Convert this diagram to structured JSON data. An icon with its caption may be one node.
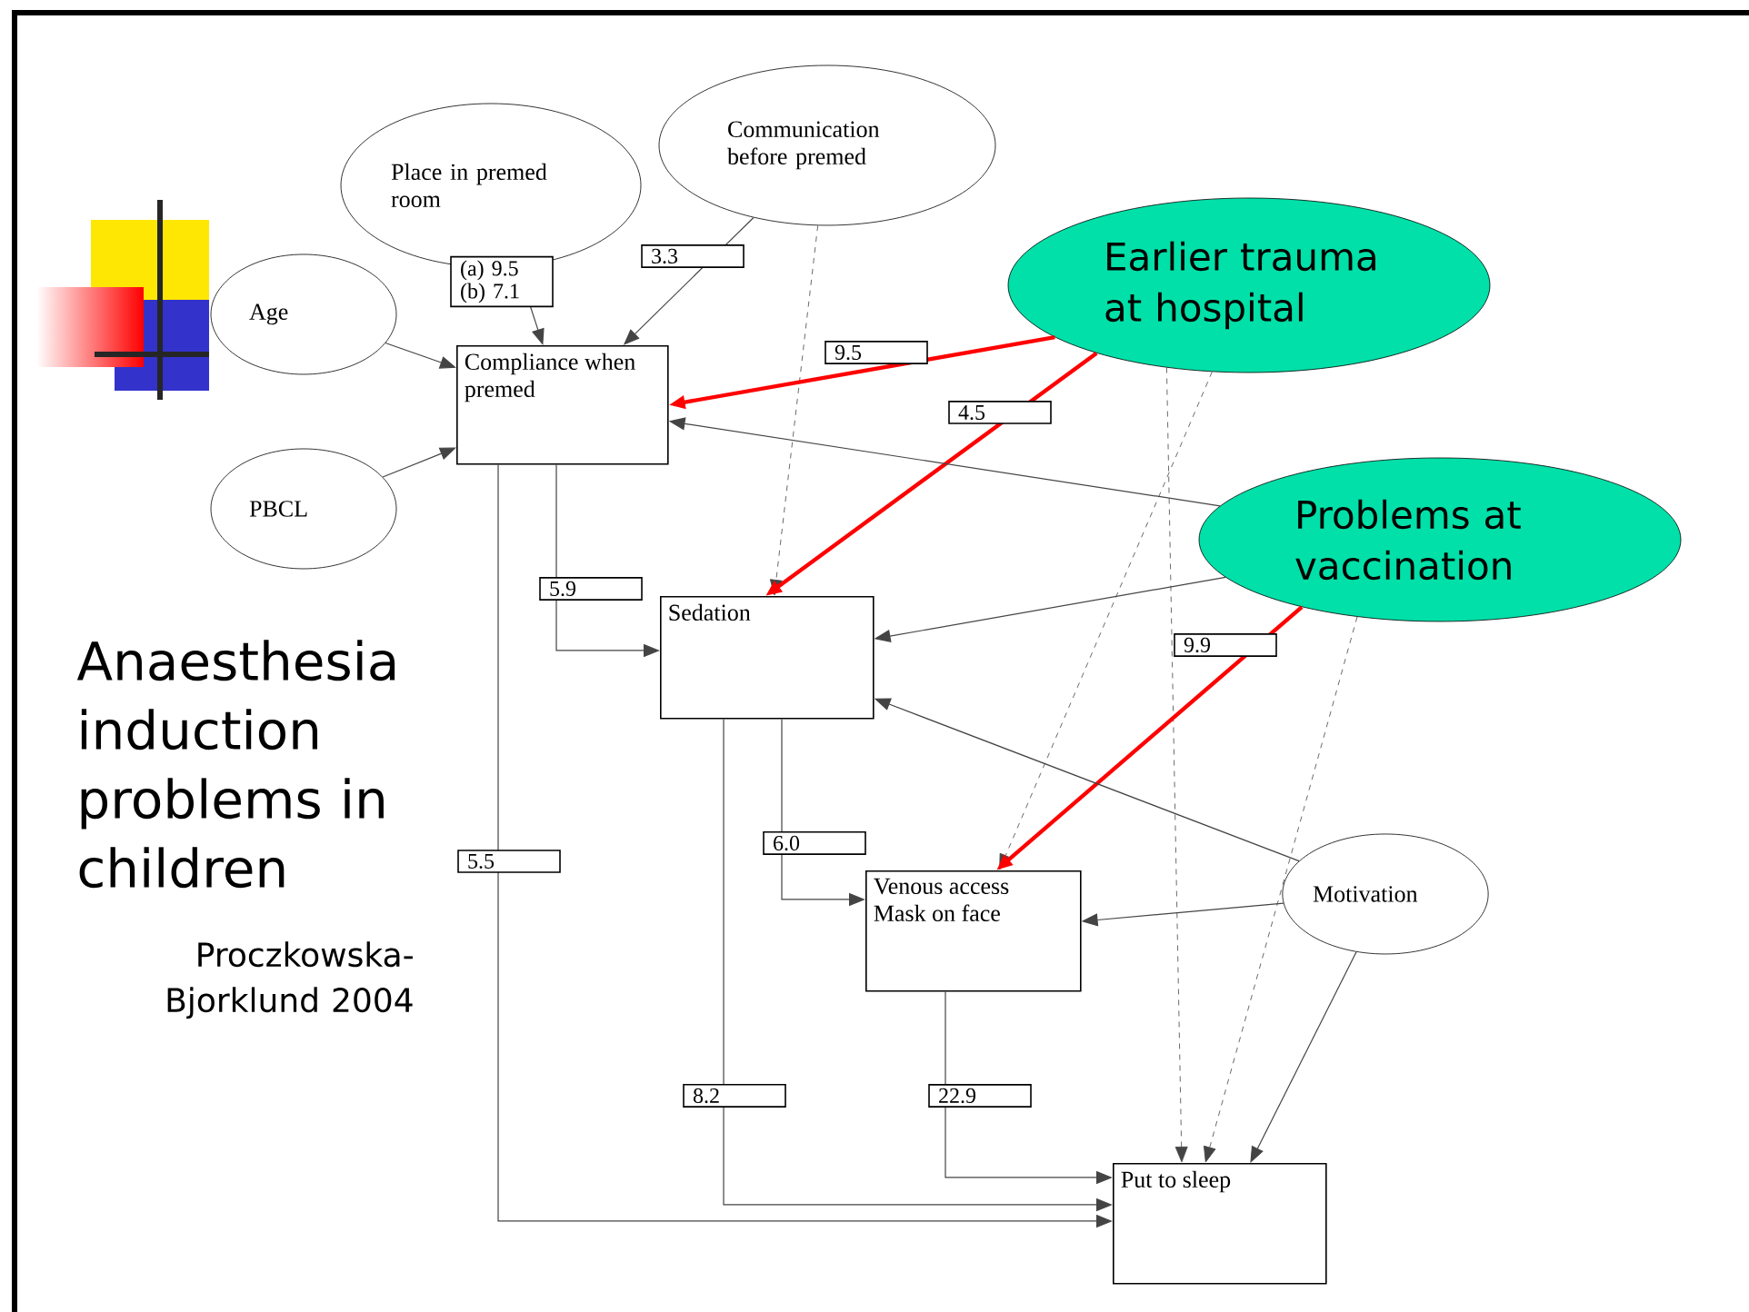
{
  "diagram": {
    "title": "Anaesthesia induction problems in children",
    "nodes": [
      {
        "text": [
          "Place in premed room"
        ]
      },
      {
        "text": [
          "Communication before premed"
        ]
      },
      {
        "text": [
          "Age"
        ]
      },
      {
        "text": [
          "Compliance when premed"
        ]
      },
      {
        "text": [
          "PBCL"
        ]
      },
      {
        "text": [
          "Earlier trauma at hospital"
        ]
      },
      {
        "text": [
          "Problems at vaccination"
        ]
      },
      {
        "text": [
          "Sedation"
        ]
      },
      {
        "text": [
          "Motivation"
        ]
      },
      {
        "text": [
          "Venous access Mask on face"
        ]
      },
      {
        "text": [
          "Put to sleep"
        ]
      }
    ],
    "edges": [
      {
        "from": 0,
        "to": 3,
        "arrow": "to",
        "label": "(a) 9.5 (b) 7.1"
      },
      {
        "from": 1,
        "to": 3,
        "arrow": "to",
        "label": "3.3"
      },
      {
        "from": 1,
        "to": 7,
        "arrow": "to",
        "style": "dashed"
      },
      {
        "from": 2,
        "to": 3,
        "arrow": "to"
      },
      {
        "from": 4,
        "to": 3,
        "arrow": "to"
      },
      {
        "from": 5,
        "to": 3,
        "arrow": "to",
        "label": "9.5",
        "style": "thick",
        "color": "#ff0000"
      },
      {
        "from": 5,
        "to": 7,
        "arrow": "to",
        "label": "4.5",
        "style": "thick",
        "color": "#ff0000"
      },
      {
        "from": 5,
        "to": 9,
        "arrow": "to",
        "style": "dashed"
      },
      {
        "from": 5,
        "to": 10,
        "arrow": "to",
        "style": "dashed"
      },
      {
        "from": 6,
        "to": 3,
        "arrow": "to"
      },
      {
        "from": 6,
        "to": 7,
        "arrow": "to"
      },
      {
        "from": 6,
        "to": 9,
        "arrow": "to",
        "label": "9.9",
        "style": "thick",
        "color": "#ff0000"
      },
      {
        "from": 6,
        "to": 10,
        "arrow": "to",
        "style": "dashed"
      },
      {
        "from": 3,
        "to": 7,
        "arrow": "to",
        "label": "5.9"
      },
      {
        "from": 3,
        "to": 10,
        "arrow": "to",
        "label": "5.5"
      },
      {
        "from": 7,
        "to": 9,
        "arrow": "to",
        "label": "6.0"
      },
      {
        "from": 7,
        "to": 10,
        "arrow": "to",
        "label": "8.2"
      },
      {
        "from": 9,
        "to": 10,
        "arrow": "to",
        "label": "22.9"
      },
      {
        "from": 8,
        "to": 7,
        "arrow": "to"
      },
      {
        "from": 8,
        "to": 9,
        "arrow": "to"
      },
      {
        "from": 8,
        "to": 10,
        "arrow": "to"
      }
    ],
    "labels": [
      "Proczkowska-Bjorklund 2004"
    ]
  }
}
